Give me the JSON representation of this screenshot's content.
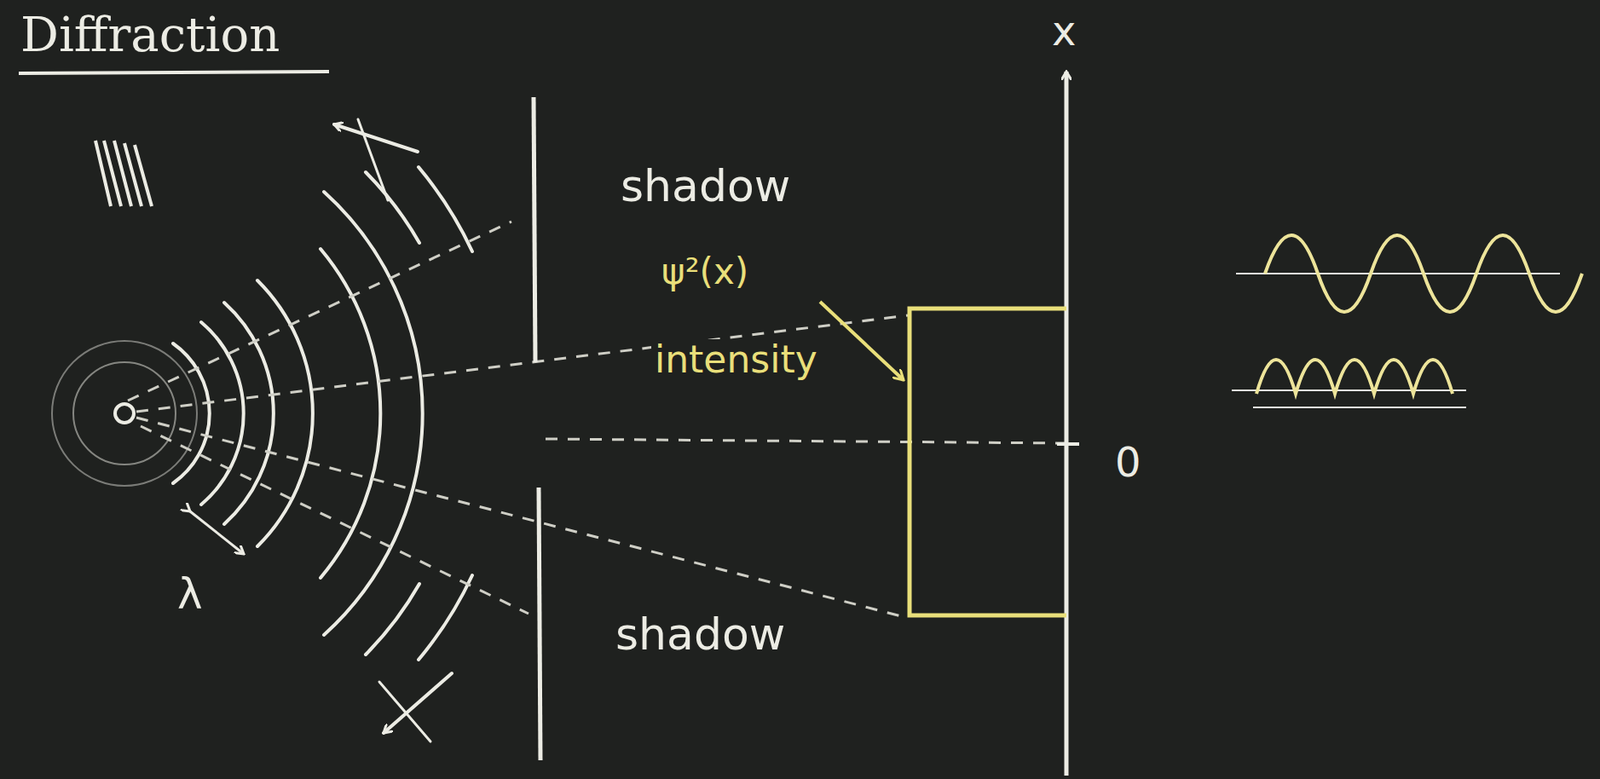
{
  "diagram": {
    "title": "Diffraction",
    "labels": [
      "shadow",
      "ψ²(x)",
      "intensity",
      "shadow",
      "x",
      "0",
      "λ"
    ]
  }
}
